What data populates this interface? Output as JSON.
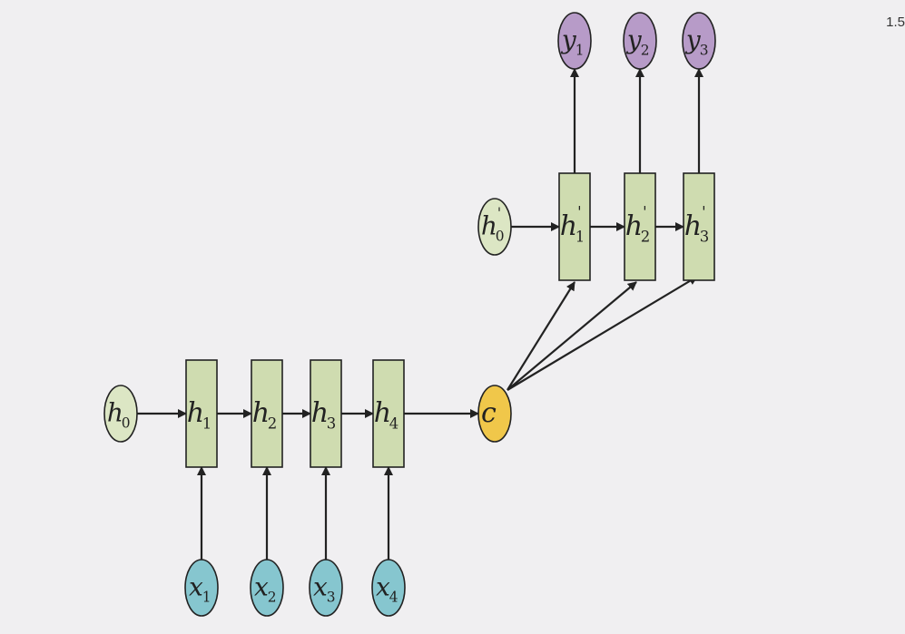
{
  "corner_text": "1.5",
  "colors": {
    "background": "#f0eff1",
    "hidden_cell": "#cfdcb0",
    "initial_state": "#dce6c4",
    "input": "#86c6cf",
    "output": "#b79bc8",
    "context": "#f0c74a",
    "stroke": "#222222"
  },
  "encoder": {
    "initial": {
      "base": "h",
      "sub": "0",
      "prime": ""
    },
    "cells": [
      {
        "base": "h",
        "sub": "1",
        "prime": ""
      },
      {
        "base": "h",
        "sub": "2",
        "prime": ""
      },
      {
        "base": "h",
        "sub": "3",
        "prime": ""
      },
      {
        "base": "h",
        "sub": "4",
        "prime": ""
      }
    ],
    "inputs": [
      {
        "base": "x",
        "sub": "1"
      },
      {
        "base": "x",
        "sub": "2"
      },
      {
        "base": "x",
        "sub": "3"
      },
      {
        "base": "x",
        "sub": "4"
      }
    ]
  },
  "context": {
    "base": "c"
  },
  "decoder": {
    "initial": {
      "base": "h",
      "sub": "0",
      "prime": "'"
    },
    "cells": [
      {
        "base": "h",
        "sub": "1",
        "prime": "'"
      },
      {
        "base": "h",
        "sub": "2",
        "prime": "'"
      },
      {
        "base": "h",
        "sub": "3",
        "prime": "'"
      }
    ],
    "outputs": [
      {
        "base": "y",
        "sub": "1"
      },
      {
        "base": "y",
        "sub": "2"
      },
      {
        "base": "y",
        "sub": "3"
      }
    ]
  }
}
